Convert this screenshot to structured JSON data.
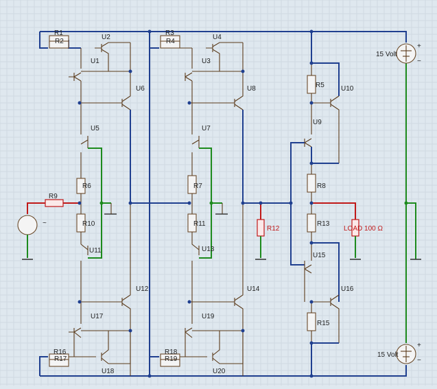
{
  "supply": {
    "top_label": "15 Volt",
    "bottom_label": "15 Volt",
    "plus": "+",
    "minus": "−"
  },
  "resistors": {
    "r1": "R1",
    "r2": "R2",
    "r3": "R3",
    "r4": "R4",
    "r5": "R5",
    "r6": "R6",
    "r7": "R7",
    "r8": "R8",
    "r9": "R9",
    "r10": "R10",
    "r11": "R11",
    "r12": "R12",
    "r13": "R13",
    "r15": "R15",
    "r16": "R16",
    "r17": "R17",
    "r18": "R18",
    "r19": "R19",
    "load": "LOAD 100 Ω"
  },
  "transistors": {
    "u1": "U1",
    "u2": "U2",
    "u3": "U3",
    "u4": "U4",
    "u5": "U5",
    "u6": "U6",
    "u7": "U7",
    "u8": "U8",
    "u9": "U9",
    "u10": "U10",
    "u11": "U11",
    "u12": "U12",
    "u13": "U13",
    "u14": "U14",
    "u15": "U15",
    "u16": "U16",
    "u17": "U17",
    "u18": "U18",
    "u19": "U19",
    "u20": "U20"
  },
  "source": {
    "symbol": "~"
  }
}
